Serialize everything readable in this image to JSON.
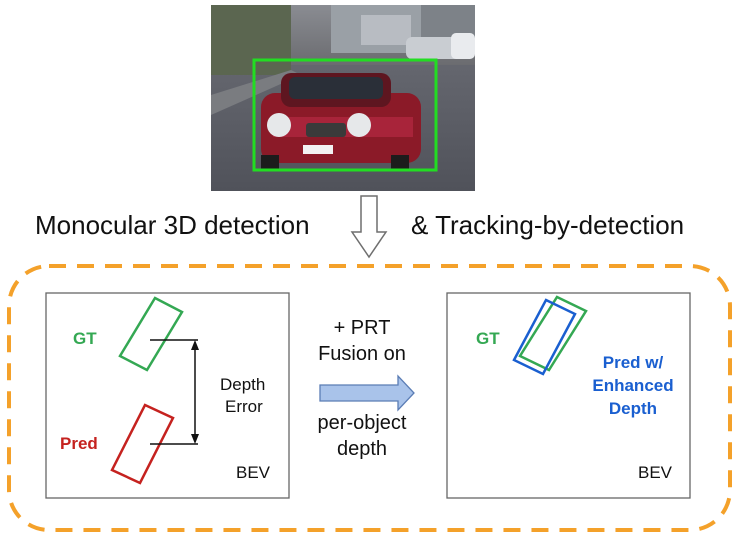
{
  "captions": {
    "left": "Monocular 3D detection",
    "right": "& Tracking-by-detection"
  },
  "left_panel": {
    "gt_label": "GT",
    "pred_label": "Pred",
    "error_label_line1": "Depth",
    "error_label_line2": "Error",
    "bev_label": "BEV"
  },
  "middle": {
    "line1": "+ PRT",
    "line2": "Fusion on",
    "line3": "per-object",
    "line4": "depth"
  },
  "right_panel": {
    "gt_label": "GT",
    "pred_line1": "Pred w/",
    "pred_line2": "Enhanced",
    "pred_line3": "Depth",
    "bev_label": "BEV"
  },
  "colors": {
    "gt": "#34a853",
    "pred": "#c5221f",
    "enhanced": "#1a5fd0",
    "dashed_border": "#f4a12a",
    "fusion_arrow": "#a9c3ea",
    "detection_box": "#22dd22"
  }
}
